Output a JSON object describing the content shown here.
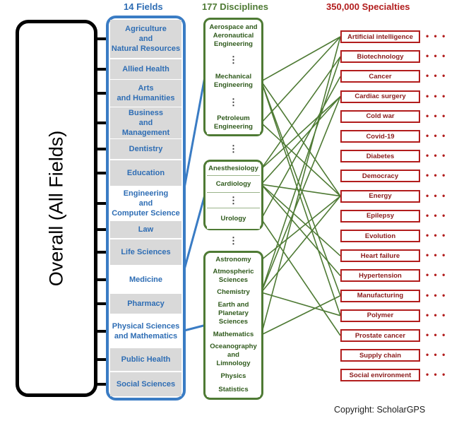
{
  "headers": {
    "fields": "14 Fields",
    "disciplines": "177 Disciplines",
    "specialties": "350,000 Specialties"
  },
  "overall_label": "Overall (All Fields)",
  "fields": [
    "Agriculture\nand\nNatural Resources",
    "Allied Health",
    "Arts\nand Humanities",
    "Business\nand\nManagement",
    "Dentistry",
    "Education",
    "Engineering\nand\nComputer Science",
    "Law",
    "Life Sciences",
    "Medicine",
    "Pharmacy",
    "Physical Sciences\nand Mathematics",
    "Public Health",
    "Social Sciences"
  ],
  "highlighted_fields": [
    "Engineering\nand\nComputer Science",
    "Medicine",
    "Physical Sciences\nand Mathematics"
  ],
  "discipline_groups": [
    {
      "field": "Engineering\nand\nComputer Science",
      "items": [
        "Aerospace and\nAeronautical\nEngineering",
        "⋮",
        "Mechanical\nEngineering",
        "⋮",
        "Petroleum\nEngineering"
      ]
    },
    {
      "field": "Medicine",
      "items": [
        "Anesthesiology",
        "Cardiology",
        "⋮",
        "Urology"
      ]
    },
    {
      "field": "Physical Sciences\nand Mathematics",
      "items": [
        "Astronomy",
        "Atmospheric\nSciences",
        "Chemistry",
        "Earth and\nPlanetary\nSciences",
        "Mathematics",
        "Oceanography\nand\nLimnology",
        "Physics",
        "Statistics"
      ]
    }
  ],
  "between_groups": "⋮",
  "specialties": [
    "Artificial intelligence",
    "Biotechnology",
    "Cancer",
    "Cardiac surgery",
    "Cold war",
    "Covid-19",
    "Diabetes",
    "Democracy",
    "Energy",
    "Epilepsy",
    "Evolution",
    "Heart failure",
    "Hypertension",
    "Manufacturing",
    "Polymer",
    "Prostate cancer",
    "Supply chain",
    "Social environment"
  ],
  "specialty_more": "• • •",
  "links": [
    [
      "Mechanical\nEngineering",
      "Artificial intelligence"
    ],
    [
      "Mechanical\nEngineering",
      "Energy"
    ],
    [
      "Mechanical\nEngineering",
      "Manufacturing"
    ],
    [
      "Mechanical\nEngineering",
      "Polymer"
    ],
    [
      "Petroleum\nEngineering",
      "Artificial intelligence"
    ],
    [
      "Petroleum\nEngineering",
      "Energy"
    ],
    [
      "Anesthesiology",
      "Biotechnology"
    ],
    [
      "Anesthesiology",
      "Cardiac surgery"
    ],
    [
      "Cardiology",
      "Cardiac surgery"
    ],
    [
      "Cardiology",
      "Energy"
    ],
    [
      "Cardiology",
      "Heart failure"
    ],
    [
      "Cardiology",
      "Hypertension"
    ],
    [
      "Urology",
      "Cancer"
    ],
    [
      "Urology",
      "Prostate cancer"
    ],
    [
      "Astronomy",
      "Energy"
    ],
    [
      "Chemistry",
      "Biotechnology"
    ],
    [
      "Chemistry",
      "Cardiac surgery"
    ],
    [
      "Chemistry",
      "Energy"
    ],
    [
      "Chemistry",
      "Polymer"
    ],
    [
      "Mathematics",
      "Artificial intelligence"
    ],
    [
      "Mathematics",
      "Manufacturing"
    ]
  ],
  "copyright": "Copyright: ScholarGPS",
  "colors": {
    "field": "#2e6db4",
    "field_border": "#3a7cc4",
    "discipline": "#4e7a34",
    "specialty": "#b21d1d",
    "overall": "#000000"
  }
}
